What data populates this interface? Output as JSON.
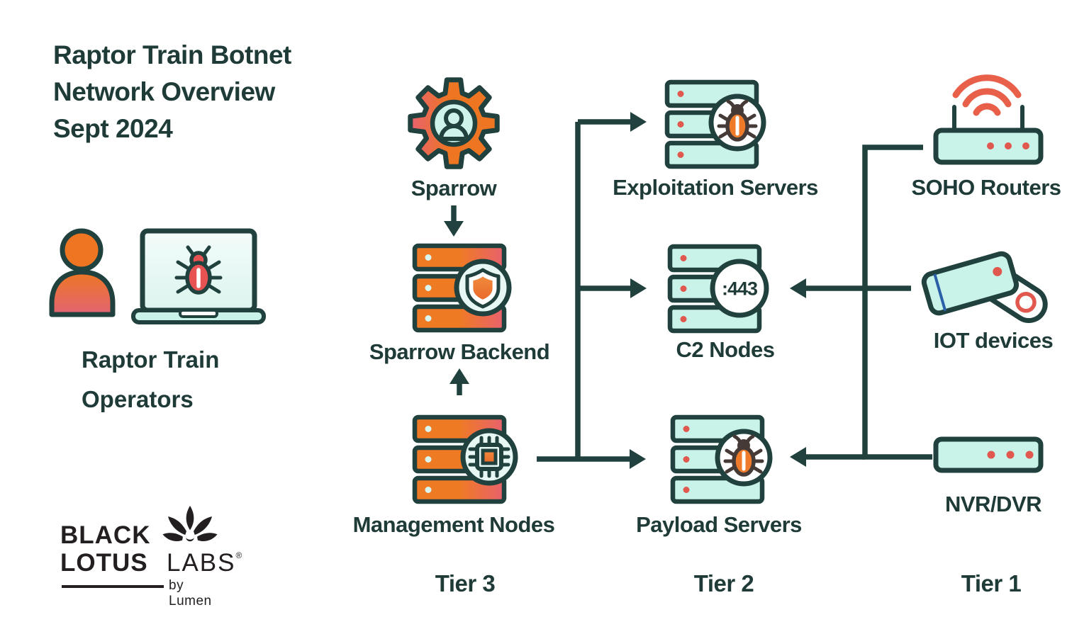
{
  "title": {
    "line1": "Raptor Train Botnet",
    "line2": "Network Overview",
    "line3": "Sept 2024"
  },
  "operators": {
    "label_line1": "Raptor Train",
    "label_line2": "Operators"
  },
  "nodes": {
    "sparrow": {
      "label": "Sparrow"
    },
    "sparrow_backend": {
      "label": "Sparrow Backend"
    },
    "management_nodes": {
      "label": "Management Nodes"
    },
    "exploitation_servers": {
      "label": "Exploitation Servers"
    },
    "c2_nodes": {
      "label": "C2 Nodes",
      "port_badge": ":443"
    },
    "payload_servers": {
      "label": "Payload Servers"
    },
    "soho_routers": {
      "label": "SOHO Routers"
    },
    "iot_devices": {
      "label": "IOT devices"
    },
    "nvr_dvr": {
      "label": "NVR/DVR"
    }
  },
  "tiers": {
    "tier3": "Tier 3",
    "tier2": "Tier 2",
    "tier1": "Tier 1"
  },
  "logo": {
    "line1": "BLACK",
    "line2": "LOTUS",
    "labs": "LABS",
    "registered": "®",
    "byline": "by Lumen"
  },
  "colors": {
    "ink": "#20413d",
    "orange": "#ee7623",
    "pink": "#e8616e",
    "mint": "#c9f2e9",
    "mint_light": "#e7f8f4",
    "red_accent": "#e0584e",
    "bug_red": "#e85252",
    "logo_black": "#231f20"
  }
}
